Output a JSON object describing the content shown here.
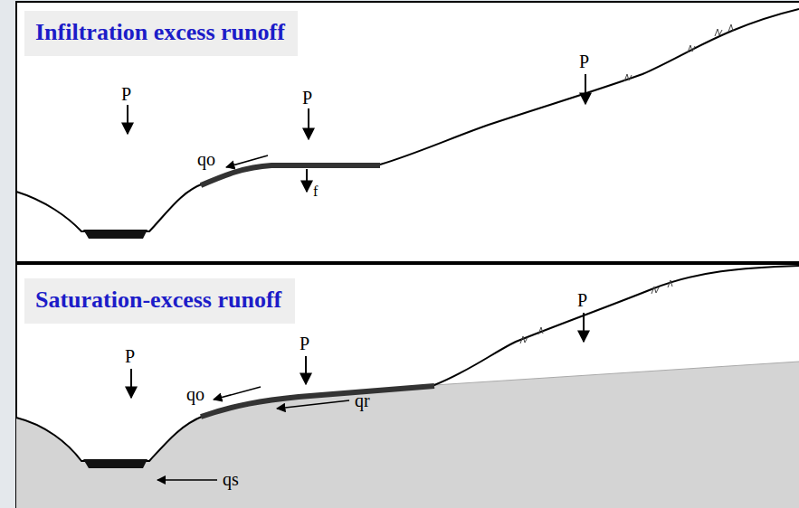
{
  "diagram": {
    "nodes": [
      {
        "text": [
          "Infiltration excess runoff"
        ]
      },
      {
        "text": [
          "Saturation-excess runoff"
        ]
      }
    ],
    "labels": [
      "P",
      "P",
      "P",
      "qo",
      "f",
      "P",
      "P",
      "P",
      "qo",
      "qr",
      "qs"
    ]
  }
}
